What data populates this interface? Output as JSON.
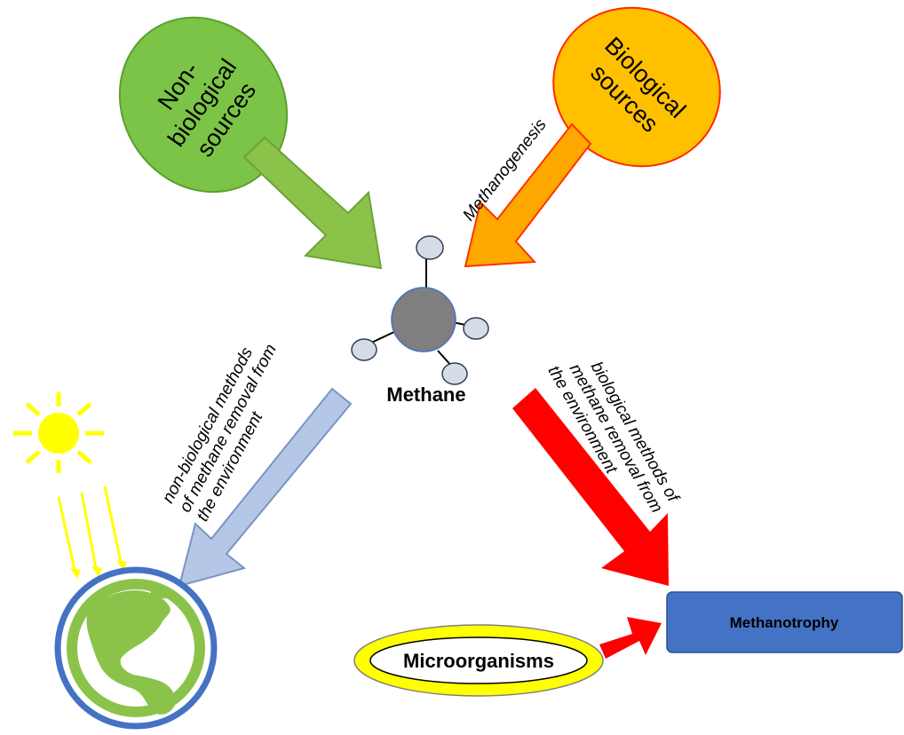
{
  "diagram": {
    "non_biological_sources": [
      "Non-",
      "biological",
      "sources"
    ],
    "biological_sources": [
      "Biological",
      "sources"
    ],
    "methanogenesis_label": "Methanogenesis",
    "methane_label": "Methane",
    "non_bio_removal": [
      "non-biological methods",
      "of methane removal from",
      "the environment"
    ],
    "bio_removal": [
      "biological methods of",
      "methane removal from",
      "the environment"
    ],
    "methanotrophy_label": "Methanotrophy",
    "microorganisms_label": "Microorganisms"
  },
  "colors": {
    "green_ellipse": "#7cc447",
    "orange_ellipse": "#ffc000",
    "green_arrow": "#8bc34a",
    "orange_arrow": "#ffa800",
    "blue_arrow": "#b4c7e7",
    "red_arrow": "#ff0000",
    "methanotrophy_box": "#4472c4",
    "molecule_center": "#7f7f7f",
    "molecule_atom": "#d6dce5",
    "sun": "#ffff00",
    "earth_ring": "#4472c4",
    "earth_green": "#8bc34a"
  }
}
